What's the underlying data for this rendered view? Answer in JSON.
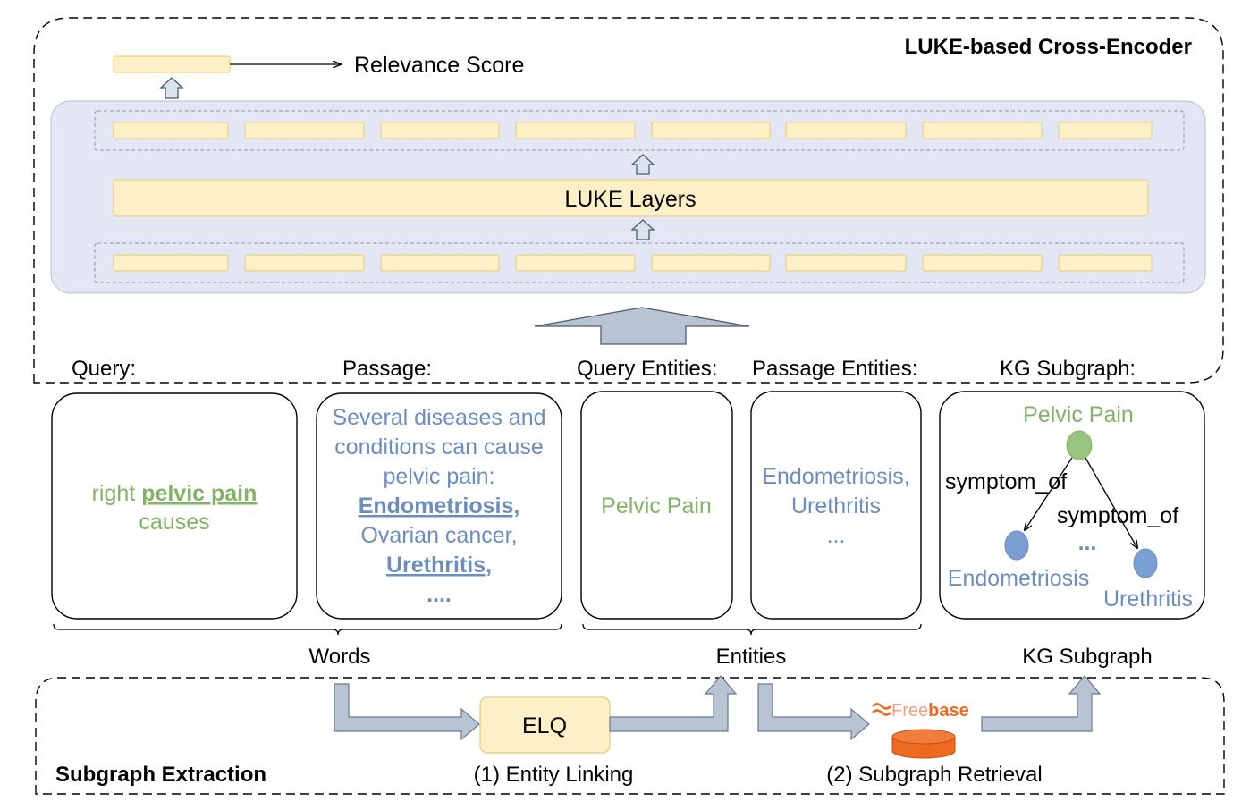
{
  "encoder": {
    "title": "LUKE-based Cross-Encoder",
    "output_label": "Relevance Score",
    "layers_label": "LUKE Layers"
  },
  "inputs": {
    "query_header": "Query:",
    "passage_header": "Passage:",
    "query_entities_header": "Query Entities:",
    "passage_entities_header": "Passage Entities:",
    "kg_header": "KG Subgraph:"
  },
  "query": {
    "text_before": "right ",
    "text_bold": "pelvic pain",
    "text_after": "causes"
  },
  "passage": {
    "line1": "Several diseases and",
    "line2": "conditions can cause",
    "line3": "pelvic pain:",
    "entity1": "Endometriosis,",
    "line5": "Ovarian cancer,",
    "entity2": "Urethritis,",
    "ellipsis": "...."
  },
  "query_entities": {
    "item1": "Pelvic Pain"
  },
  "passage_entities": {
    "item1": "Endometriosis,",
    "item2": "Urethritis",
    "ellipsis": "..."
  },
  "kg_subgraph": {
    "root": "Pelvic Pain",
    "edge_left": "symptom_of",
    "edge_right": "symptom_of",
    "ellipsis": "...",
    "leaf_left": "Endometriosis",
    "leaf_right": "Urethritis"
  },
  "groups": {
    "words": "Words",
    "entities": "Entities",
    "kg": "KG Subgraph"
  },
  "extraction": {
    "title": "Subgraph Extraction",
    "elq_label": "ELQ",
    "step1": "(1) Entity Linking",
    "step2": "(2) Subgraph Retrieval",
    "freebase_prefix": "Free",
    "freebase_suffix": "base"
  },
  "colors": {
    "token_fill": "#fdf0c6",
    "token_stroke": "#e6c97a",
    "encoder_fill": "#e3e7f3",
    "query_green": "#82b366",
    "passage_blue": "#6c8ebf",
    "arrow_fill": "#b9c4d3",
    "freebase_orange": "#ee6a21"
  }
}
